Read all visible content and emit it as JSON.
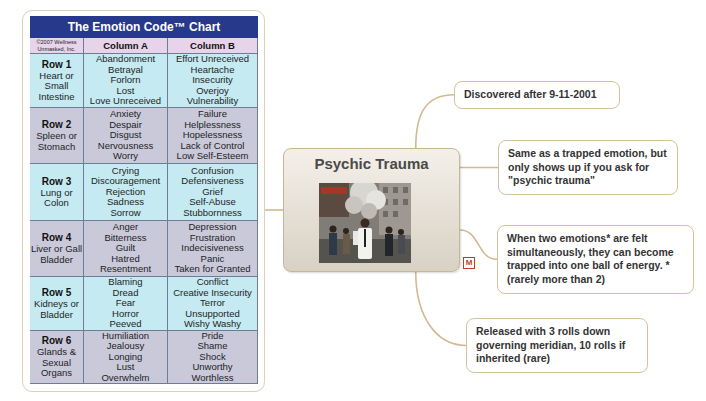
{
  "diagram": {
    "nodes": [
      {
        "text": [
          "The Emotion Code™ Chart"
        ]
      },
      {
        "text": [
          "Psychic Trauma"
        ]
      },
      {
        "text": [
          "Discovered after 9-11-2001"
        ]
      },
      {
        "text": [
          "Same as a trapped emotion, but only shows up if you ask for \"psychic trauma\""
        ]
      },
      {
        "text": [
          "When two emotions* are felt simultaneously, they can become trapped into one ball of energy. *(rarely more than 2)"
        ]
      },
      {
        "text": [
          "Released with 3 rolls down governing meridian, 10 rolls if inherited (rare)"
        ]
      }
    ],
    "edges": [
      {
        "from": 1,
        "to": 0,
        "arrow": "none"
      },
      {
        "from": 1,
        "to": 2,
        "arrow": "none"
      },
      {
        "from": 1,
        "to": 3,
        "arrow": "none"
      },
      {
        "from": 1,
        "to": 4,
        "arrow": "none"
      },
      {
        "from": 1,
        "to": 5,
        "arrow": "none"
      }
    ],
    "labels": [
      "©2007 Wellness Unmasked, Inc.",
      "Column A",
      "Column B",
      "Row 1",
      "Heart or Small Intestine",
      "Abandonment",
      "Betrayal",
      "Forlorn",
      "Lost",
      "Love Unreceived",
      "Effort Unreceived",
      "Heartache",
      "Insecurity",
      "Overjoy",
      "Vulnerability",
      "Row 2",
      "Spleen or Stomach",
      "Anxiety",
      "Despair",
      "Disgust",
      "Nervousness",
      "Worry",
      "Failure",
      "Helplessness",
      "Hopelessness",
      "Lack of Control",
      "Low Self-Esteem",
      "Row 3",
      "Lung or Colon",
      "Crying",
      "Discouragement",
      "Rejection",
      "Sadness",
      "Sorrow",
      "Confusion",
      "Defensiveness",
      "Grief",
      "Self-Abuse",
      "Stubbornness",
      "Row 4",
      "Liver or Gall Bladder",
      "Anger",
      "Bitterness",
      "Guilt",
      "Hatred",
      "Resentment",
      "Depression",
      "Frustration",
      "Indecisiveness",
      "Panic",
      "Taken for Granted",
      "Row 5",
      "Kidneys or Bladder",
      "Blaming",
      "Dread",
      "Fear",
      "Horror",
      "Peeved",
      "Conflict",
      "Creative Insecurity",
      "Terror",
      "Unsupported",
      "Wishy Washy",
      "Row 6",
      "Glands & Sexual Organs",
      "Humiliation",
      "Jealousy",
      "Longing",
      "Lust",
      "Overwhelm",
      "Pride",
      "Shame",
      "Shock",
      "Unworthy",
      "Worthless",
      "M"
    ]
  }
}
